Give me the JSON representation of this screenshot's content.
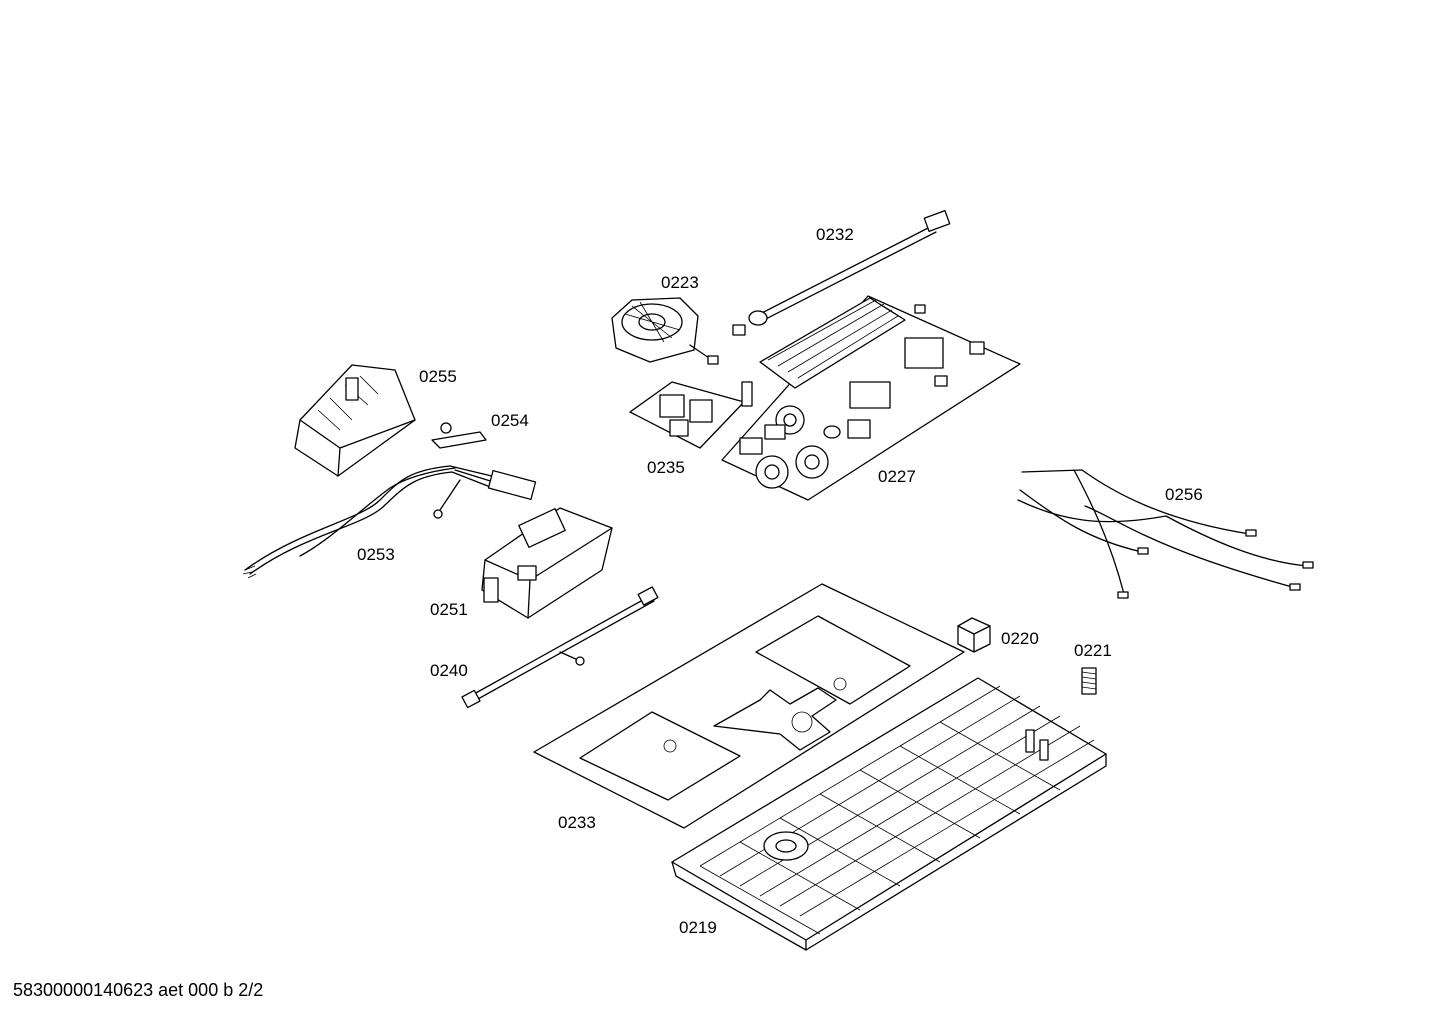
{
  "labels": {
    "p0232": "0232",
    "p0223": "0223",
    "p0255": "0255",
    "p0254": "0254",
    "p0235": "0235",
    "p0227": "0227",
    "p0256": "0256",
    "p0253": "0253",
    "p0251": "0251",
    "p0220": "0220",
    "p0221": "0221",
    "p0240": "0240",
    "p0233": "0233",
    "p0219": "0219"
  },
  "footer": "58300000140623 aet 000 b 2/2"
}
